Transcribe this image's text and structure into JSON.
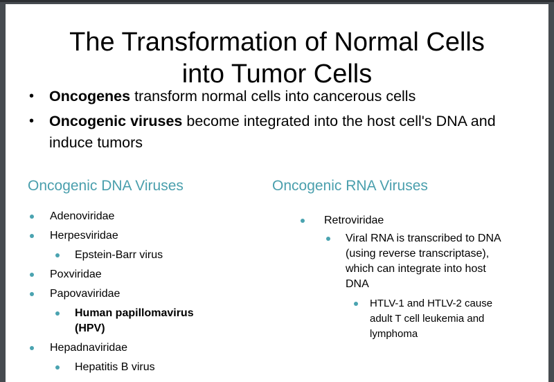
{
  "slide": {
    "title_line1": "The Transformation of Normal Cells",
    "title_line2": "into Tumor Cells",
    "bullets": [
      {
        "bold": "Oncogenes",
        "text": " transform normal cells into cancerous cells"
      },
      {
        "bold": "Oncogenic viruses",
        "text": " become integrated into the host cell's DNA and induce tumors"
      }
    ],
    "dna": {
      "heading": "Oncogenic DNA Viruses",
      "items": [
        {
          "level": 1,
          "text": "Adenoviridae"
        },
        {
          "level": 1,
          "text": "Herpesviridae"
        },
        {
          "level": 2,
          "text": "Epstein-Barr virus"
        },
        {
          "level": 1,
          "text": "Poxviridae"
        },
        {
          "level": 1,
          "text": "Papovaviridae"
        },
        {
          "level": 2,
          "text": "Human papillomavirus (HPV)",
          "bold": true
        },
        {
          "level": 1,
          "text": "Hepadnaviridae"
        },
        {
          "level": 2,
          "text": "Hepatitis B virus"
        }
      ]
    },
    "rna": {
      "heading": "Oncogenic RNA Viruses",
      "items": [
        {
          "level": 1,
          "text": "Retroviridae"
        },
        {
          "level": 2,
          "text": "Viral RNA is transcribed to DNA (using reverse transcriptase), which can integrate into host DNA"
        },
        {
          "level": 3,
          "text": "HTLV-1 and HTLV-2 cause adult T cell leukemia and lymphoma"
        }
      ]
    },
    "colors": {
      "heading": "#4a9fad",
      "bullet": "#4aa3b0",
      "frame": "#464b50"
    }
  }
}
